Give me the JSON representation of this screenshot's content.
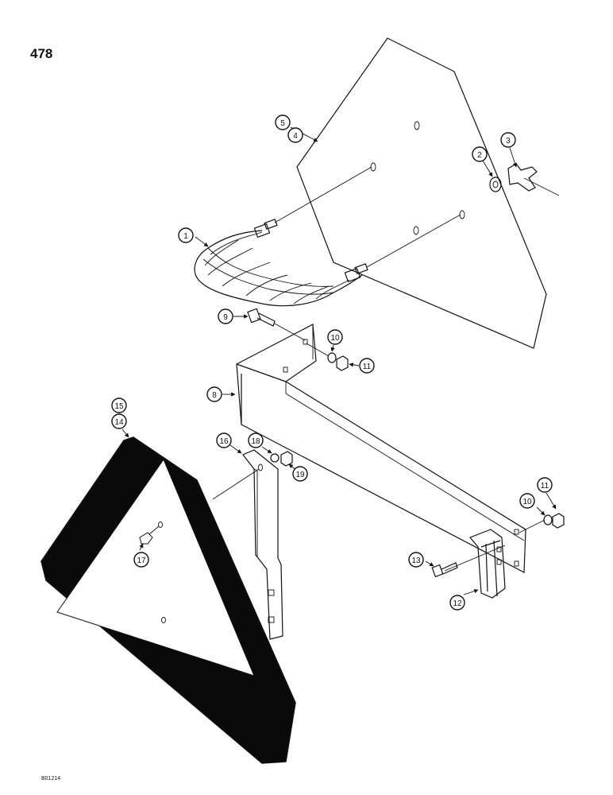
{
  "page": {
    "number": "478",
    "figure_code": "B01214"
  },
  "callouts": {
    "c1": "1",
    "c2": "2",
    "c3": "3",
    "c4": "4",
    "c5": "5",
    "c8": "8",
    "c9": "9",
    "c10a": "10",
    "c11a": "11",
    "c10b": "10",
    "c11b": "11",
    "c12": "12",
    "c13": "13",
    "c14": "14",
    "c15": "15",
    "c16": "16",
    "c17": "17",
    "c18": "18",
    "c19": "19"
  }
}
